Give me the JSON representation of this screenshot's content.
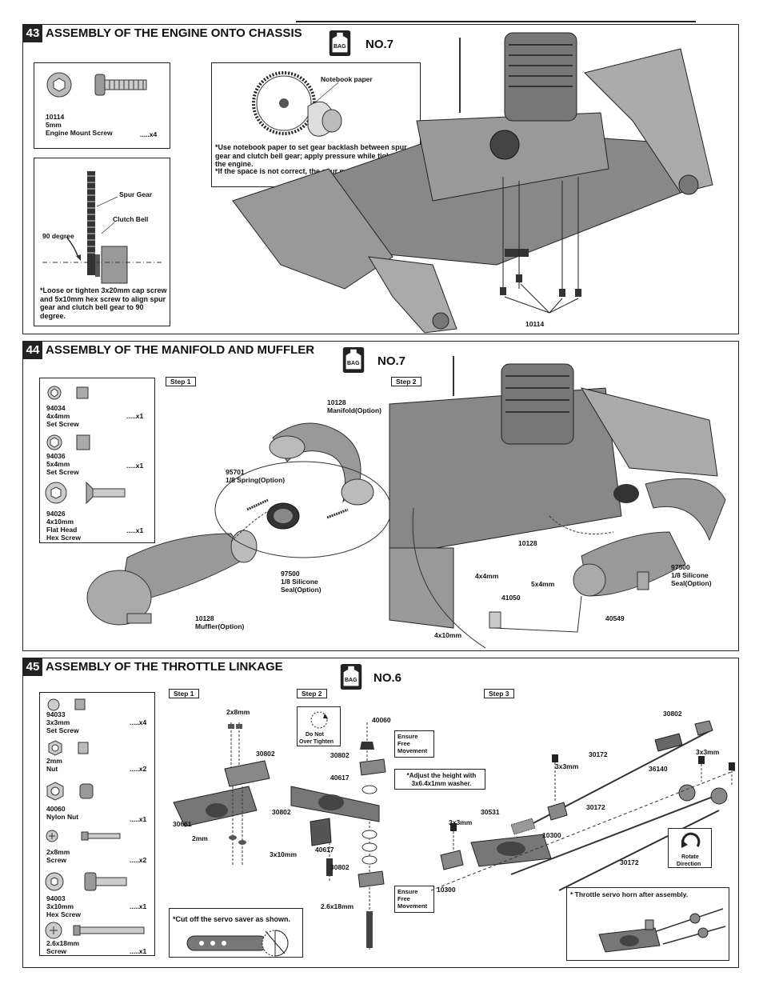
{
  "sections": [
    {
      "number": "43",
      "title": "ASSEMBLY OF THE ENGINE ONTO CHASSIS",
      "bag_label": "BAG",
      "bag_number": "NO.7",
      "parts": [
        {
          "code": "10114",
          "size": "5mm",
          "name": "Engine Mount Screw",
          "qty": ".....x4"
        }
      ],
      "gear_box": {
        "spur_gear": "Spur Gear",
        "clutch_bell": "Clutch Bell",
        "angle": "90 degree",
        "note": "*Loose or tighten 3x20mm cap screw and 5x10mm hex screw to align spur gear and clutch bell gear to 90 degree."
      },
      "paper_box": {
        "label": "Notebook paper",
        "note1": "*Use notebook paper to set gear backlash between spur gear and clutch bell gear; apply pressure while tightening the engine.",
        "note2": "*If the space is not correct, the spur gear will be damaged."
      },
      "callout": "10114"
    },
    {
      "number": "44",
      "title": "ASSEMBLY OF THE MANIFOLD AND MUFFLER",
      "bag_label": "BAG",
      "bag_number": "NO.7",
      "step1": "Step 1",
      "step2": "Step 2",
      "parts": [
        {
          "code": "94034",
          "size": "4x4mm",
          "name": "Set Screw",
          "qty": ".....x1"
        },
        {
          "code": "94036",
          "size": "5x4mm",
          "name": "Set Screw",
          "qty": ".....x1"
        },
        {
          "code": "94026",
          "size": "4x10mm",
          "name": "Flat Head",
          "name2": "Hex Screw",
          "qty": ".....x1"
        }
      ],
      "labels": {
        "manifold_code": "10128",
        "manifold": "Manifold(Option)",
        "spring_code": "95701",
        "spring": "1/8 Spring(Option)",
        "seal_code": "97500",
        "seal1": "1/8 Silicone",
        "seal2": "Seal(Option)",
        "muffler_code": "10128",
        "muffler": "Muffler(Option)",
        "s2_code": "10128",
        "s2_4x4": "4x4mm",
        "s2_41050": "41050",
        "s2_5x4": "5x4mm",
        "s2_seal_code": "97500",
        "s2_seal1": "1/8 Silicone",
        "s2_seal2": "Seal(Option)",
        "s2_40549": "40549",
        "s2_4x10": "4x10mm"
      }
    },
    {
      "number": "45",
      "title": "ASSEMBLY OF THE THROTTLE LINKAGE",
      "bag_label": "BAG",
      "bag_number": "NO.6",
      "step1": "Step 1",
      "step2": "Step 2",
      "step3": "Step 3",
      "parts": [
        {
          "code": "94033",
          "size": "3x3mm",
          "name": "Set Screw",
          "qty": ".....x4"
        },
        {
          "code": "",
          "size": "2mm",
          "name": "Nut",
          "qty": ".....x2"
        },
        {
          "code": "40060",
          "size": "",
          "name": "Nylon Nut",
          "qty": ".....x1"
        },
        {
          "code": "",
          "size": "2x8mm",
          "name": "Screw",
          "qty": ".....x2"
        },
        {
          "code": "94003",
          "size": "3x10mm",
          "name": "Hex Screw",
          "qty": ".....x1"
        },
        {
          "code": "",
          "size": "2.6x18mm",
          "name": "Screw",
          "qty": ".....x1"
        }
      ],
      "labels": {
        "s1_2x8": "2x8mm",
        "s1_30802": "30802",
        "s1_30661": "30661",
        "s1_2mm": "2mm",
        "servo_note": "*Cut off the servo saver as shown.",
        "s2_donot": "Do Not",
        "s2_overtighten": "Over Tighten",
        "s2_40060": "40060",
        "s2_ensure1": "Ensure",
        "s2_free1": "Free",
        "s2_move1": "Movement",
        "s2_30802a": "30802",
        "s2_40617a": "40617",
        "s2_adjust": "*Adjust the height with 3x6.4x1mm washer.",
        "s2_30802b": "30802",
        "s2_3x10": "3x10mm",
        "s2_40617b": "40617",
        "s2_30802c": "30802",
        "s2_ensure2": "Ensure",
        "s2_free2": "Free",
        "s2_move2": "Movement",
        "s2_26x18": "2.6x18mm",
        "s3_30802": "30802",
        "s3_3x3a": "3x3mm",
        "s3_30172a": "30172",
        "s3_3x3b": "3x3mm",
        "s3_36140": "36140",
        "s3_3x3c": "3x3mm",
        "s3_30531": "30531",
        "s3_10300a": "10300",
        "s3_30172b": "30172",
        "s3_30172c": "30172",
        "s3_10300b": "10300",
        "s3_rotate1": "Rotate",
        "s3_rotate2": "Direction",
        "s3_throttle": "* Throttle servo horn after assembly."
      }
    }
  ]
}
